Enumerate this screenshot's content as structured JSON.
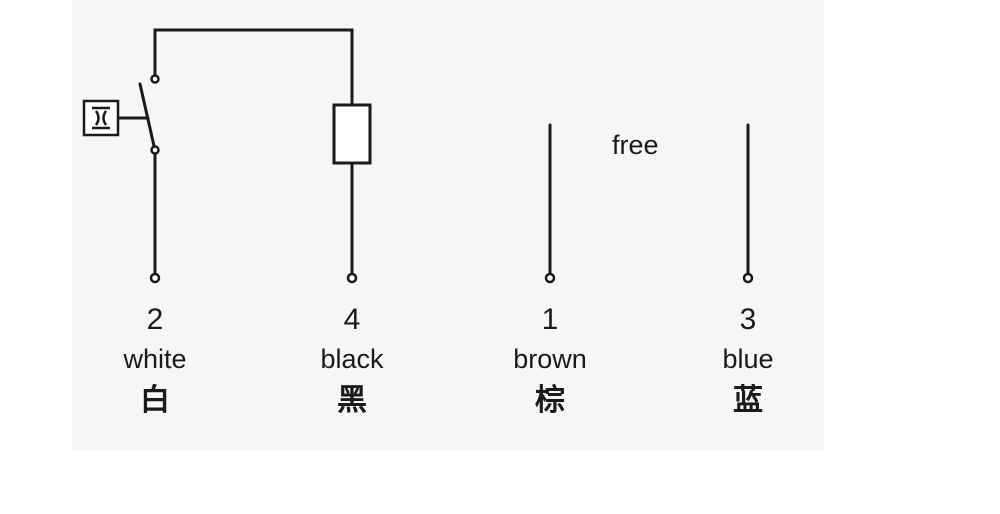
{
  "diagram": {
    "free_label": "free",
    "wire_color": "#1a1a1a",
    "background": "#f6f6f6",
    "pins": [
      {
        "number": "2",
        "color": "white",
        "chinese": "白"
      },
      {
        "number": "4",
        "color": "black",
        "chinese": "黑"
      },
      {
        "number": "1",
        "color": "brown",
        "chinese": "棕"
      },
      {
        "number": "3",
        "color": "blue",
        "chinese": "蓝"
      }
    ],
    "components": {
      "switch_icon": "proximity-switch-icon",
      "load_icon": "load-resistor-icon"
    }
  }
}
